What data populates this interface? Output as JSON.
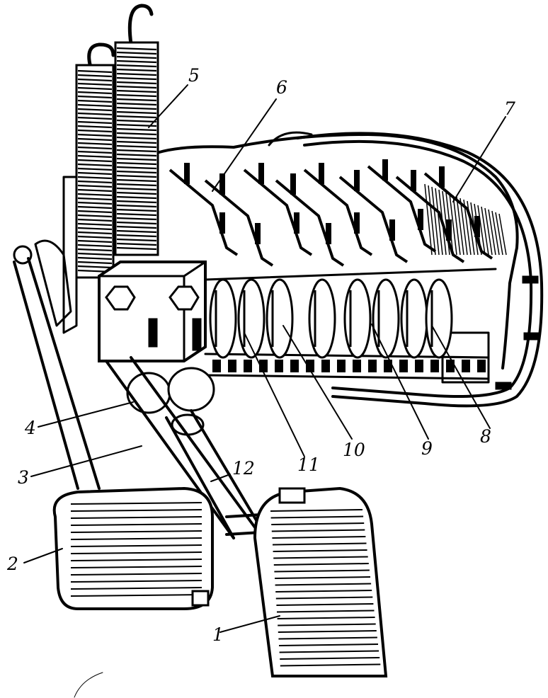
{
  "labels": {
    "l1": "1",
    "l2": "2",
    "l3": "3",
    "l4": "4",
    "l5": "5",
    "l6": "6",
    "l7": "7",
    "l8": "8",
    "l9": "9",
    "l10": "10",
    "l11": "11",
    "l12": "12"
  },
  "colors": {
    "ink": "#000000",
    "paper": "#ffffff"
  }
}
